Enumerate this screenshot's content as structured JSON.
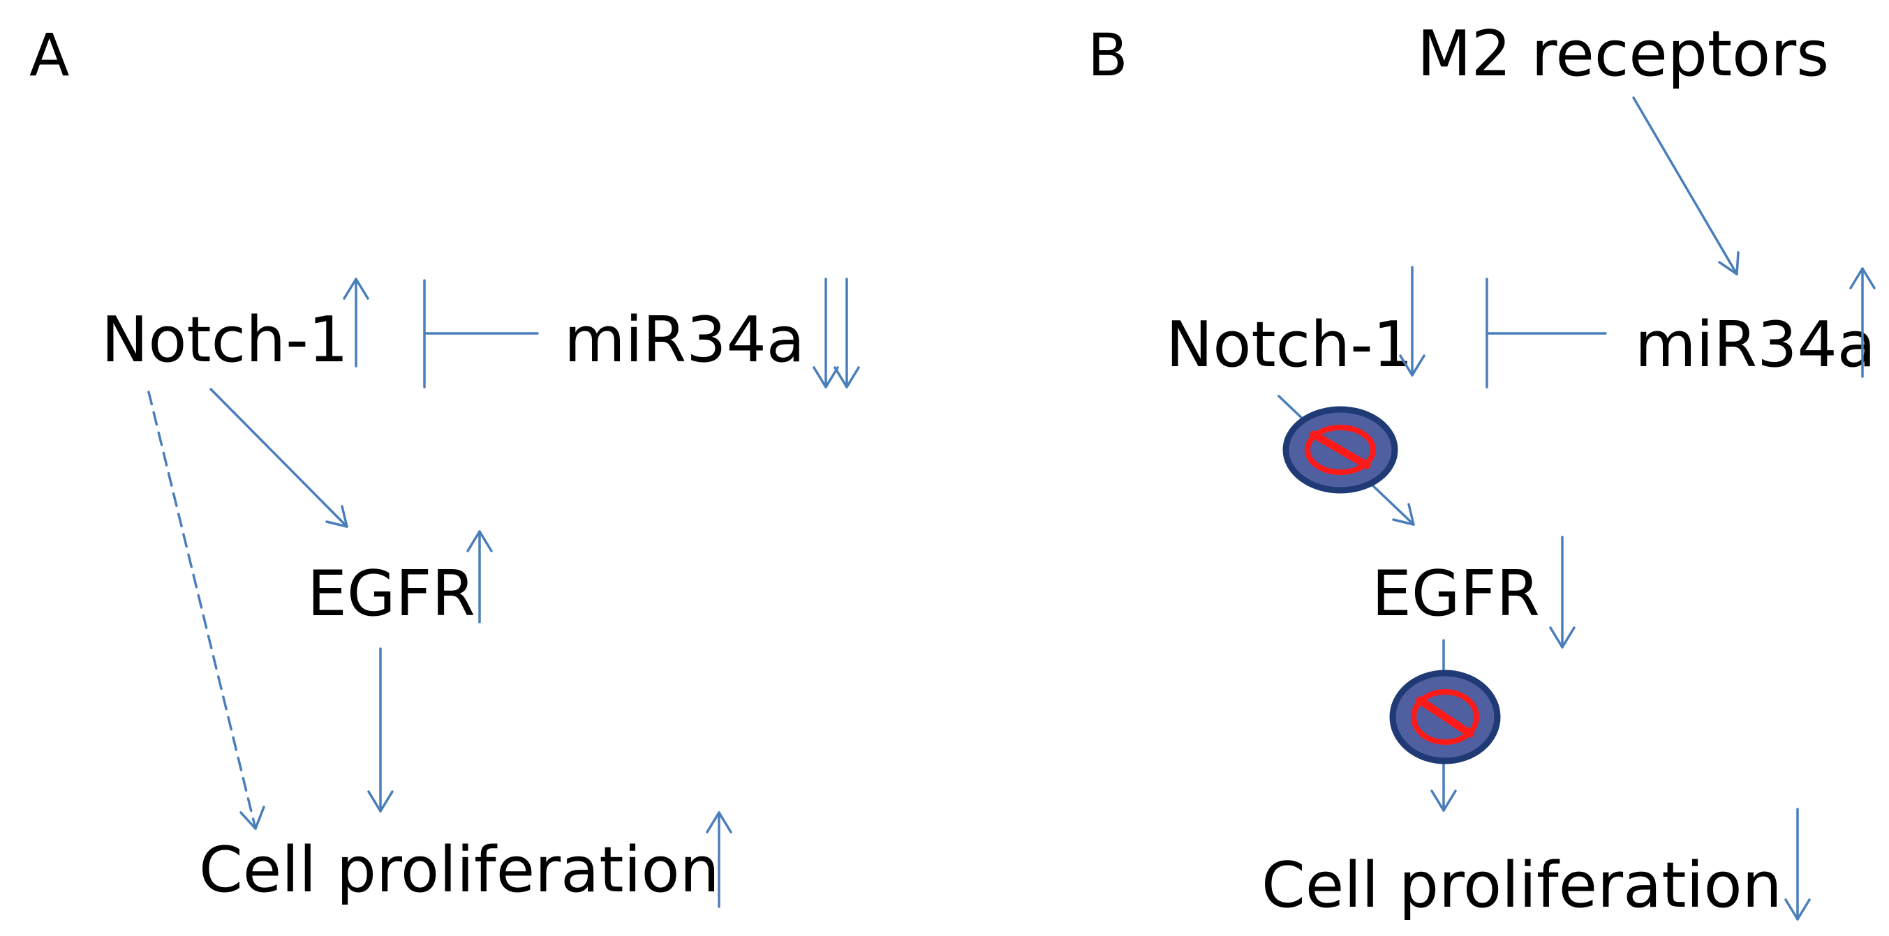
{
  "colors": {
    "arrow": "#4A7EBB",
    "text": "#000000",
    "forbidden_fill": "#4F5FA0",
    "forbidden_ring": "#1F3A75",
    "forbidden_slash": "#FF1A1A"
  },
  "panel_a": {
    "label": "A",
    "notch": "Notch-1",
    "mir": "miR34a",
    "egfr": "EGFR",
    "cell": "Cell proliferation"
  },
  "panel_b": {
    "label": "B",
    "m2": "M2 receptors",
    "notch": "Notch-1",
    "mir": "miR34a",
    "egfr": "EGFR",
    "cell": "Cell proliferation"
  },
  "icons": {
    "inhibitor": "forbidden-icon"
  }
}
